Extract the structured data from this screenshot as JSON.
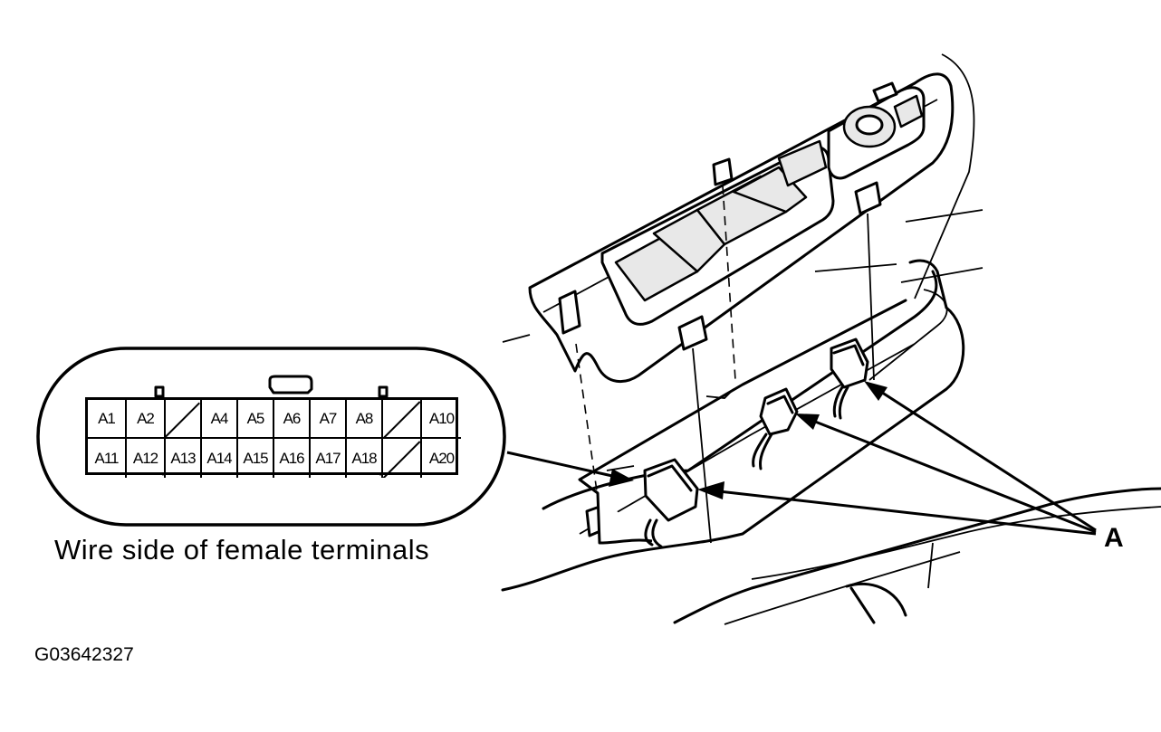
{
  "diagram": {
    "caption": "Wire side of female terminals",
    "callout_label": "A",
    "figure_id": "G03642327",
    "connector": {
      "rows": [
        [
          "A1",
          "A2",
          "",
          "A4",
          "A5",
          "A6",
          "A7",
          "A8",
          "",
          "A10"
        ],
        [
          "A11",
          "A12",
          "A13",
          "A14",
          "A15",
          "A16",
          "A17",
          "A18",
          "",
          "A20"
        ]
      ]
    }
  }
}
